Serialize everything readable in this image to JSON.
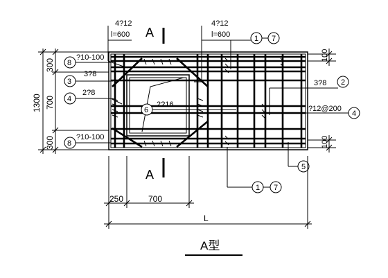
{
  "section_mark": {
    "letter_top": "A",
    "letter_bottom": "A"
  },
  "rebar_labels": {
    "top_left_bar": "4?12",
    "top_left_len": "l=600",
    "top_right_bar": "4?12",
    "top_right_len": "l=600",
    "stirrup_top": "?10-100",
    "stirrup_bottom": "?10-100",
    "bar_3": "3?8",
    "bar_4": "2?8",
    "bar_6": "2?16",
    "bar_2": "3?8",
    "bar_4r": "?12@200"
  },
  "bubbles": {
    "b8a": "8",
    "b3": "3",
    "b4": "4",
    "b6": "6",
    "b8b": "8",
    "b1a": "1",
    "b7a": "7",
    "b2": "2",
    "b4r": "4",
    "b5": "5",
    "b1b": "1",
    "b7b": "7"
  },
  "dimensions": {
    "total_height": "1300",
    "seg_top": "300",
    "seg_mid": "700",
    "seg_bot": "300",
    "width_250": "250",
    "width_700": "700",
    "length": "L",
    "right_top": "100",
    "right_bot": "100"
  },
  "title": "A型"
}
